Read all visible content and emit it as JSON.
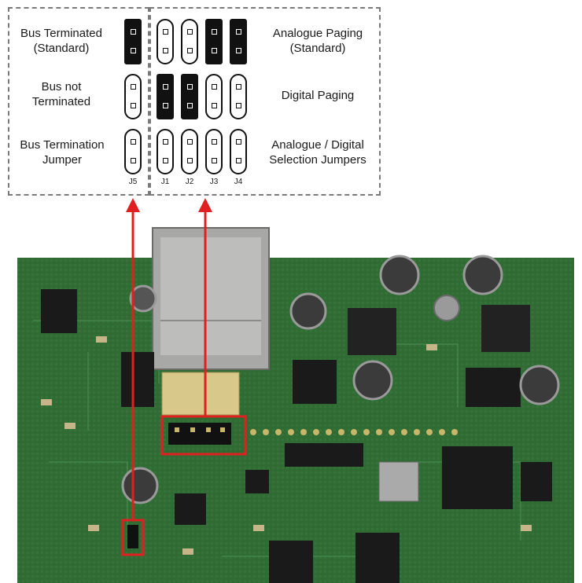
{
  "left_labels": {
    "bus_terminated": "Bus Terminated\n(Standard)",
    "bus_not_terminated": "Bus not\nTerminated",
    "bus_termination_jumper": "Bus Termination\nJumper"
  },
  "right_labels": {
    "analogue_paging": "Analogue Paging\n(Standard)",
    "digital_paging": "Digital Paging",
    "selection_jumpers": "Analogue / Digital\nSelection Jumpers"
  },
  "jumper_labels": [
    "J5",
    "J1",
    "J2",
    "J3",
    "J4"
  ],
  "colors": {
    "arrow": "#e02020",
    "board": "#2f6b33",
    "dash": "#7a7a7a"
  }
}
